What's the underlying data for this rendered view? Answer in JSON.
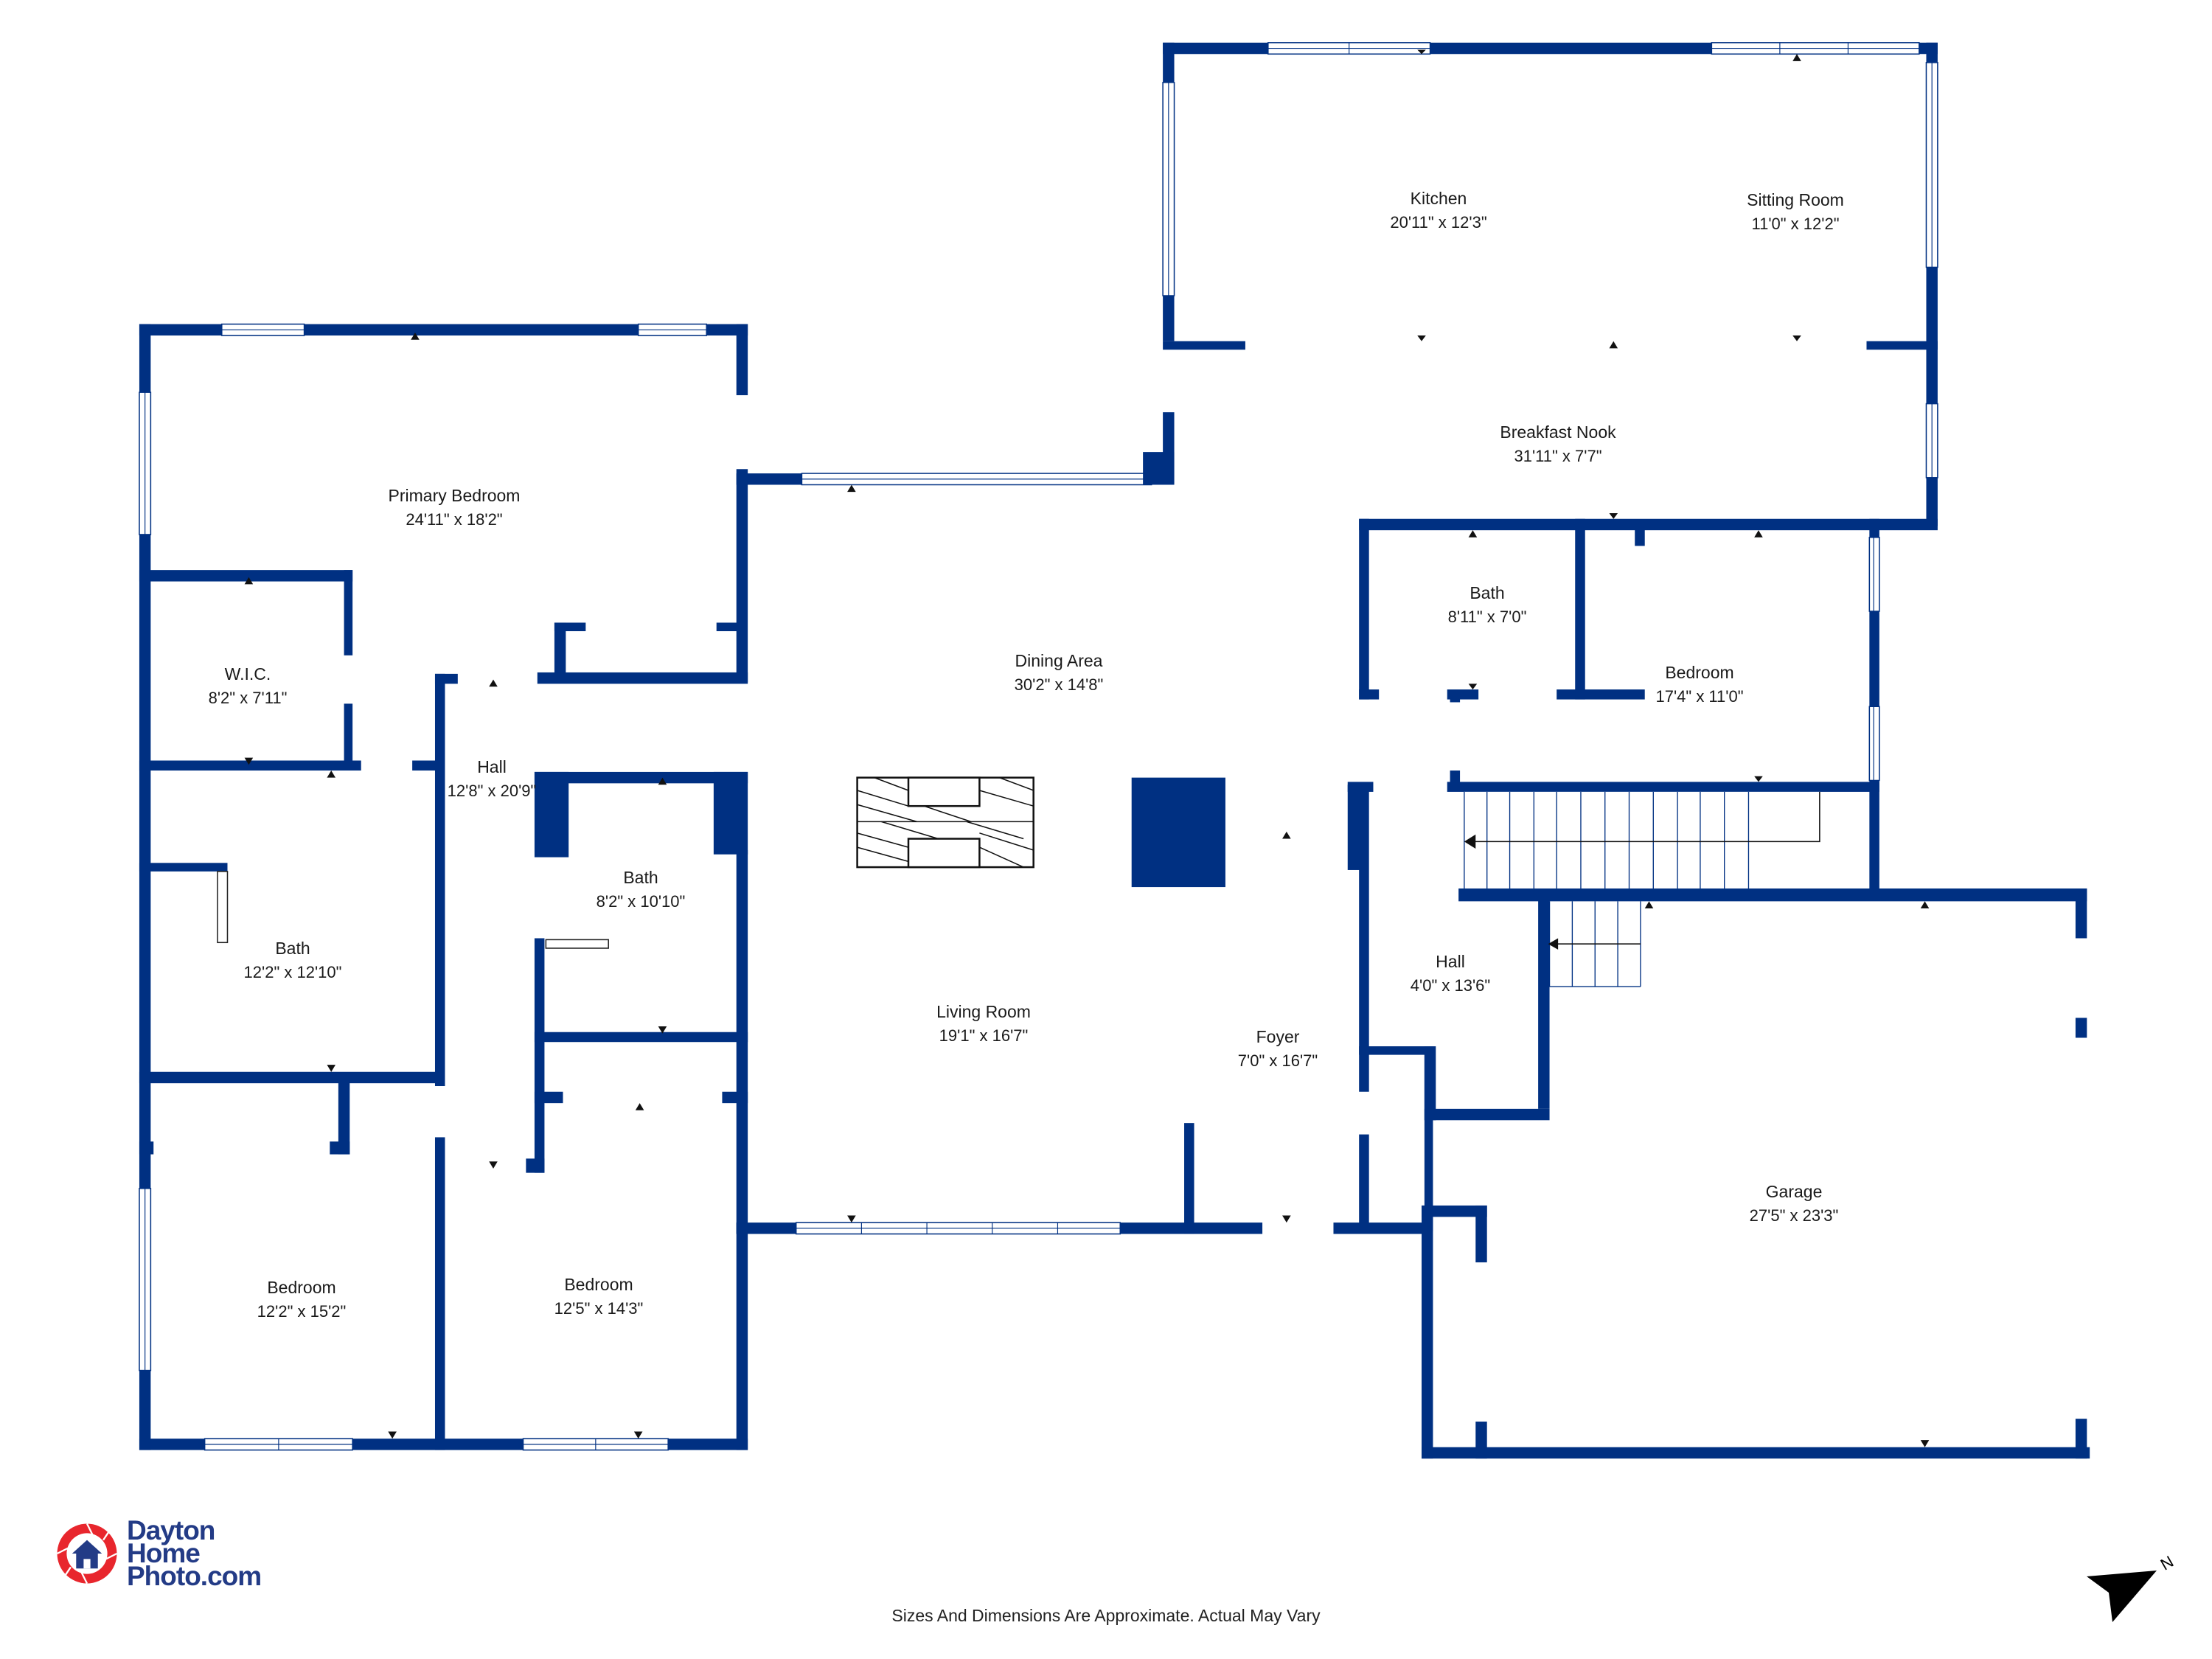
{
  "plan": {
    "wall_color": "#003082",
    "rooms": [
      {
        "name": "Primary Bedroom",
        "dim": "24'11\" x 18'2\""
      },
      {
        "name": "W.I.C.",
        "dim": "8'2\" x 7'11\""
      },
      {
        "name": "Hall",
        "dim": "12'8\" x 20'9\""
      },
      {
        "name": "Bath",
        "dim": "12'2\" x 12'10\""
      },
      {
        "name": "Bath",
        "dim": "8'2\" x 10'10\""
      },
      {
        "name": "Bedroom",
        "dim": "12'2\" x 15'2\""
      },
      {
        "name": "Bedroom",
        "dim": "12'5\" x 14'3\""
      },
      {
        "name": "Dining Area",
        "dim": "30'2\" x 14'8\""
      },
      {
        "name": "Living Room",
        "dim": "19'1\" x 16'7\""
      },
      {
        "name": "Foyer",
        "dim": "7'0\" x 16'7\""
      },
      {
        "name": "Kitchen",
        "dim": "20'11\" x 12'3\""
      },
      {
        "name": "Sitting Room",
        "dim": "11'0\" x 12'2\""
      },
      {
        "name": "Breakfast Nook",
        "dim": "31'11\" x 7'7\""
      },
      {
        "name": "Bath",
        "dim": "8'11\" x 7'0\""
      },
      {
        "name": "Bedroom",
        "dim": "17'4\" x 11'0\""
      },
      {
        "name": "Hall",
        "dim": "4'0\" x 13'6\""
      },
      {
        "name": "Garage",
        "dim": "27'5\" x 23'3\""
      }
    ]
  },
  "branding": {
    "line1": "Dayton",
    "line2": "Home",
    "line3": "Photo.com",
    "ring_color": "#e8262d",
    "text_color": "#233b86"
  },
  "footer": {
    "disclaimer": "Sizes And Dimensions Are Approximate. Actual May Vary"
  },
  "compass": {
    "label": "N"
  }
}
